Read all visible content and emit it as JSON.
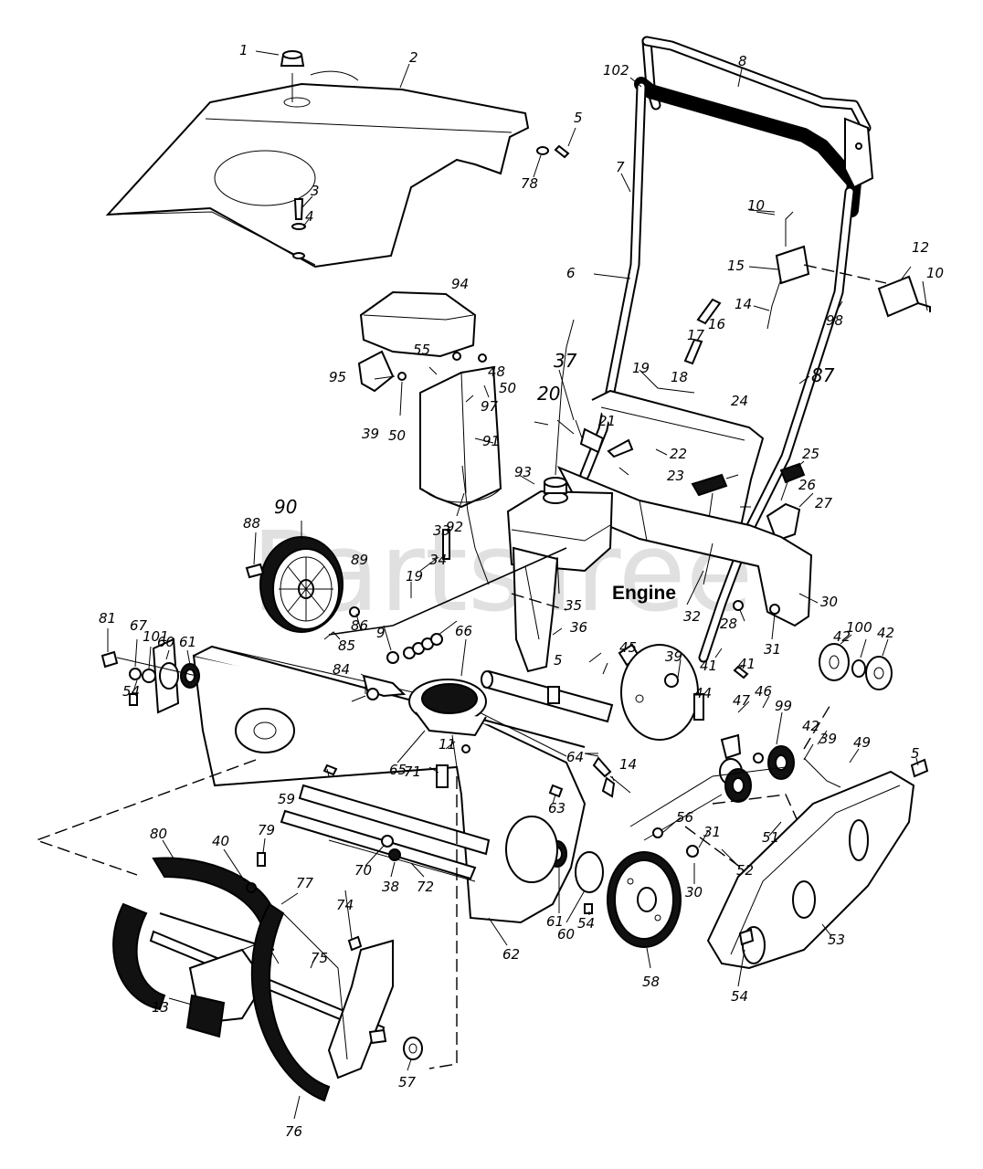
{
  "watermark": "PartsTree",
  "engine_label": "Engine",
  "callouts": [
    "1",
    "2",
    "3",
    "4",
    "5",
    "5",
    "5",
    "6",
    "7",
    "8",
    "102",
    "78",
    "10",
    "10",
    "12",
    "15",
    "14",
    "98",
    "94",
    "95",
    "39",
    "50",
    "55",
    "97",
    "48",
    "50",
    "91",
    "20",
    "37",
    "21",
    "19",
    "18",
    "17",
    "16",
    "87",
    "22",
    "23",
    "24",
    "25",
    "26",
    "27",
    "93",
    "92",
    "90",
    "88",
    "89",
    "33",
    "34",
    "19",
    "9",
    "86",
    "85",
    "84",
    "35",
    "32",
    "28",
    "31",
    "30",
    "81",
    "67",
    "101",
    "60",
    "61",
    "54",
    "66",
    "65",
    "11",
    "71",
    "36",
    "45",
    "39",
    "41",
    "44",
    "41",
    "42",
    "100",
    "42",
    "46",
    "47",
    "99",
    "42",
    "39",
    "49",
    "64",
    "14",
    "59",
    "63",
    "56",
    "31",
    "52",
    "51",
    "53",
    "54",
    "30",
    "61",
    "60",
    "54",
    "58",
    "62",
    "70",
    "38",
    "72",
    "80",
    "40",
    "79",
    "77",
    "74",
    "75",
    "13",
    "57",
    "76"
  ]
}
